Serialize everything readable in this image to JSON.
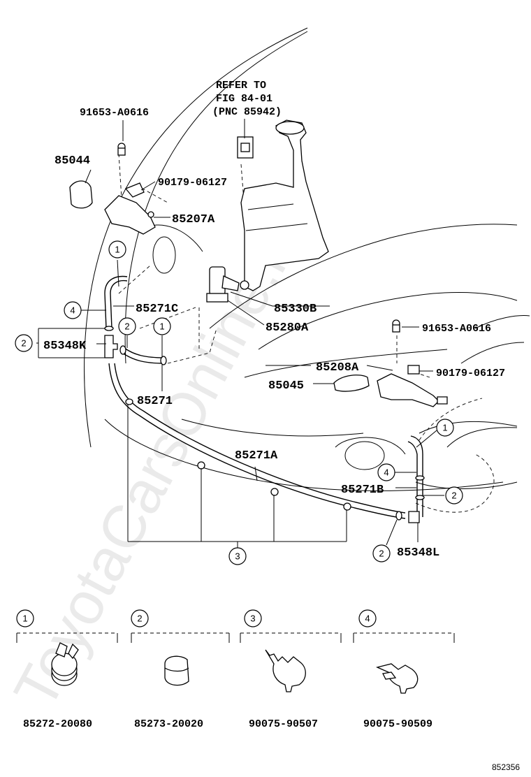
{
  "refer_note": [
    "REFER TO",
    "FIG 84-01",
    "(PNC 85942)"
  ],
  "part_labels": {
    "p91653_top": "91653-A0616",
    "p85044": "85044",
    "p90179_top": "90179-06127",
    "p85207A": "85207A",
    "p85271C": "85271C",
    "p85348K": "85348K",
    "p85330B": "85330B",
    "p85280A": "85280A",
    "p91653_right": "91653-A0616",
    "p85208A": "85208A",
    "p90179_right": "90179-06127",
    "p85045": "85045",
    "p85271": "85271",
    "p85271A": "85271A",
    "p85271B": "85271B",
    "p85348L": "85348L"
  },
  "callouts": {
    "c1_a": "1",
    "c4_a": "4",
    "c2_a": "2",
    "c2_b": "2",
    "c1_b": "1",
    "c1_c": "1",
    "c4_b": "4",
    "c2_c": "2",
    "c3": "3",
    "c2_d": "2"
  },
  "legend": [
    {
      "num": "1",
      "part": "85272-20080"
    },
    {
      "num": "2",
      "part": "85273-20020"
    },
    {
      "num": "3",
      "part": "90075-90507"
    },
    {
      "num": "4",
      "part": "90075-90509"
    }
  ],
  "figure_number": "852356",
  "watermark": "ToyotaCarsOnline.ru"
}
